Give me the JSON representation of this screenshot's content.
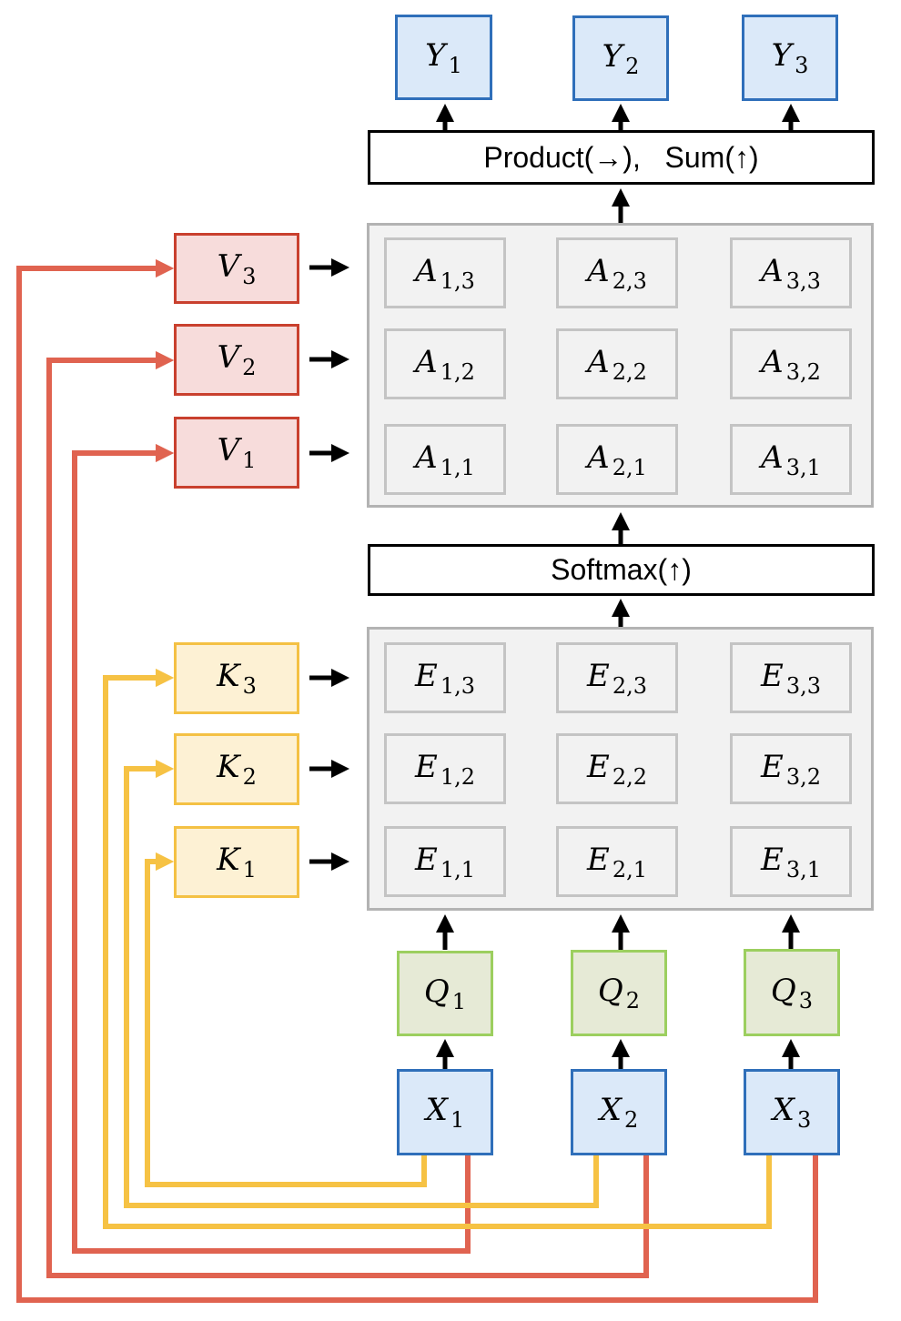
{
  "outputs": [
    {
      "sym": "Y",
      "sub": "1"
    },
    {
      "sym": "Y",
      "sub": "2"
    },
    {
      "sym": "Y",
      "sub": "3"
    }
  ],
  "product_sum_label": "Product(→),   Sum(↑)",
  "softmax_label": "Softmax(↑)",
  "values": [
    {
      "sym": "V",
      "sub": "3"
    },
    {
      "sym": "V",
      "sub": "2"
    },
    {
      "sym": "V",
      "sub": "1"
    }
  ],
  "keys": [
    {
      "sym": "K",
      "sub": "3"
    },
    {
      "sym": "K",
      "sub": "2"
    },
    {
      "sym": "K",
      "sub": "1"
    }
  ],
  "attention_grid": [
    [
      {
        "sym": "A",
        "sub": "1,3"
      },
      {
        "sym": "A",
        "sub": "2,3"
      },
      {
        "sym": "A",
        "sub": "3,3"
      }
    ],
    [
      {
        "sym": "A",
        "sub": "1,2"
      },
      {
        "sym": "A",
        "sub": "2,2"
      },
      {
        "sym": "A",
        "sub": "3,2"
      }
    ],
    [
      {
        "sym": "A",
        "sub": "1,1"
      },
      {
        "sym": "A",
        "sub": "2,1"
      },
      {
        "sym": "A",
        "sub": "3,1"
      }
    ]
  ],
  "energy_grid": [
    [
      {
        "sym": "E",
        "sub": "1,3"
      },
      {
        "sym": "E",
        "sub": "2,3"
      },
      {
        "sym": "E",
        "sub": "3,3"
      }
    ],
    [
      {
        "sym": "E",
        "sub": "1,2"
      },
      {
        "sym": "E",
        "sub": "2,2"
      },
      {
        "sym": "E",
        "sub": "3,2"
      }
    ],
    [
      {
        "sym": "E",
        "sub": "1,1"
      },
      {
        "sym": "E",
        "sub": "2,1"
      },
      {
        "sym": "E",
        "sub": "3,1"
      }
    ]
  ],
  "queries": [
    {
      "sym": "Q",
      "sub": "1"
    },
    {
      "sym": "Q",
      "sub": "2"
    },
    {
      "sym": "Q",
      "sub": "3"
    }
  ],
  "inputs": [
    {
      "sym": "X",
      "sub": "1"
    },
    {
      "sym": "X",
      "sub": "2"
    },
    {
      "sym": "X",
      "sub": "3"
    }
  ],
  "colors": {
    "value_wire": "#e06350",
    "key_wire": "#f6c244",
    "arrow": "#000000"
  }
}
